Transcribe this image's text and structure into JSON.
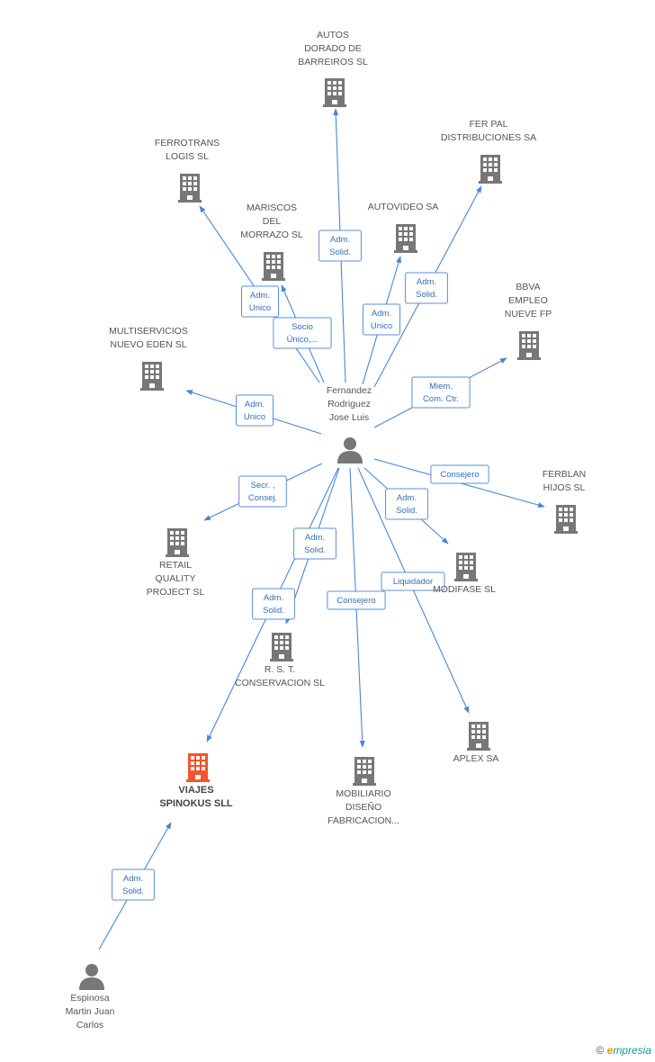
{
  "colors": {
    "building": "#777777",
    "building_focus": "#f0562e",
    "person": "#777777",
    "edge": "#4a86d8",
    "edge_label": "#2f6fbf"
  },
  "nodes": {
    "fernandez": {
      "label": [
        "Fernandez",
        "Rodriguez",
        "Jose Luis"
      ],
      "icon": "person-icon"
    },
    "espinosa": {
      "label": [
        "Espinosa",
        "Martin Juan",
        "Carlos"
      ],
      "icon": "person-icon"
    },
    "autos": {
      "label": [
        "AUTOS",
        "DORADO DE",
        "BARREIROS SL"
      ],
      "icon": "building-icon"
    },
    "ferpal": {
      "label": [
        "FER PAL",
        "DISTRIBUCIONES SA"
      ],
      "icon": "building-icon"
    },
    "ferrotrans": {
      "label": [
        "FERROTRANS",
        "LOGIS SL"
      ],
      "icon": "building-icon"
    },
    "mariscos": {
      "label": [
        "MARISCOS",
        "DEL",
        "MORRAZO SL"
      ],
      "icon": "building-icon"
    },
    "autovideo": {
      "label": [
        "AUTOVIDEO SA"
      ],
      "icon": "building-icon"
    },
    "bbva": {
      "label": [
        "BBVA",
        "EMPLEO",
        "NUEVE FP"
      ],
      "icon": "building-icon"
    },
    "multiservicios": {
      "label": [
        "MULTISERVICIOS",
        "NUEVO EDEN SL"
      ],
      "icon": "building-icon"
    },
    "ferblan": {
      "label": [
        "FERBLAN",
        "HIJOS SL"
      ],
      "icon": "building-icon"
    },
    "retail": {
      "label": [
        "RETAIL",
        "QUALITY",
        "PROJECT  SL"
      ],
      "icon": "building-icon"
    },
    "modifase": {
      "label": [
        "MODIFASE SL"
      ],
      "icon": "building-icon"
    },
    "rst": {
      "label": [
        "R. S. T.",
        "CONSERVACION SL"
      ],
      "icon": "building-icon"
    },
    "aplex": {
      "label": [
        "APLEX SA"
      ],
      "icon": "building-icon"
    },
    "viajes": {
      "label": [
        "VIAJES",
        "SPINOKUS SLL"
      ],
      "icon": "building-icon"
    },
    "mobiliario": {
      "label": [
        "MOBILIARIO",
        "DISEÑO",
        "FABRICACION..."
      ],
      "icon": "building-icon"
    }
  },
  "edges": [
    {
      "from": "fernandez",
      "to": "autos",
      "label": [
        "Adm.",
        "Solid."
      ]
    },
    {
      "from": "fernandez",
      "to": "ferpal",
      "label": [
        "Adm.",
        "Solid."
      ]
    },
    {
      "from": "fernandez",
      "to": "ferrotrans",
      "label": [
        "Adm.",
        "Unico"
      ]
    },
    {
      "from": "fernandez",
      "to": "mariscos",
      "label": [
        "Socio",
        "Único,..."
      ]
    },
    {
      "from": "fernandez",
      "to": "autovideo",
      "label": [
        "Adm.",
        "Unico"
      ]
    },
    {
      "from": "fernandez",
      "to": "bbva",
      "label": [
        "Miem.",
        "Com. Ctr."
      ]
    },
    {
      "from": "fernandez",
      "to": "multiservicios",
      "label": [
        "Adm.",
        "Unico"
      ]
    },
    {
      "from": "fernandez",
      "to": "ferblan",
      "label": [
        "Consejero"
      ]
    },
    {
      "from": "fernandez",
      "to": "retail",
      "label": [
        "Secr. ,",
        "Consej."
      ]
    },
    {
      "from": "fernandez",
      "to": "modifase",
      "label": [
        "Adm.",
        "Solid."
      ]
    },
    {
      "from": "fernandez",
      "to": "rst",
      "label": [
        "Adm.",
        "Solid."
      ]
    },
    {
      "from": "fernandez",
      "to": "viajes",
      "label": [
        "Adm.",
        "Solid."
      ]
    },
    {
      "from": "fernandez",
      "to": "mobiliario",
      "label": [
        "Consejero"
      ]
    },
    {
      "from": "fernandez",
      "to": "aplex",
      "label": [
        "Liquidador"
      ]
    },
    {
      "from": "espinosa",
      "to": "viajes",
      "label": [
        "Adm.",
        "Solid."
      ]
    }
  ],
  "watermark": {
    "symbol": "©",
    "e": "e",
    "brand": "mpresia"
  }
}
